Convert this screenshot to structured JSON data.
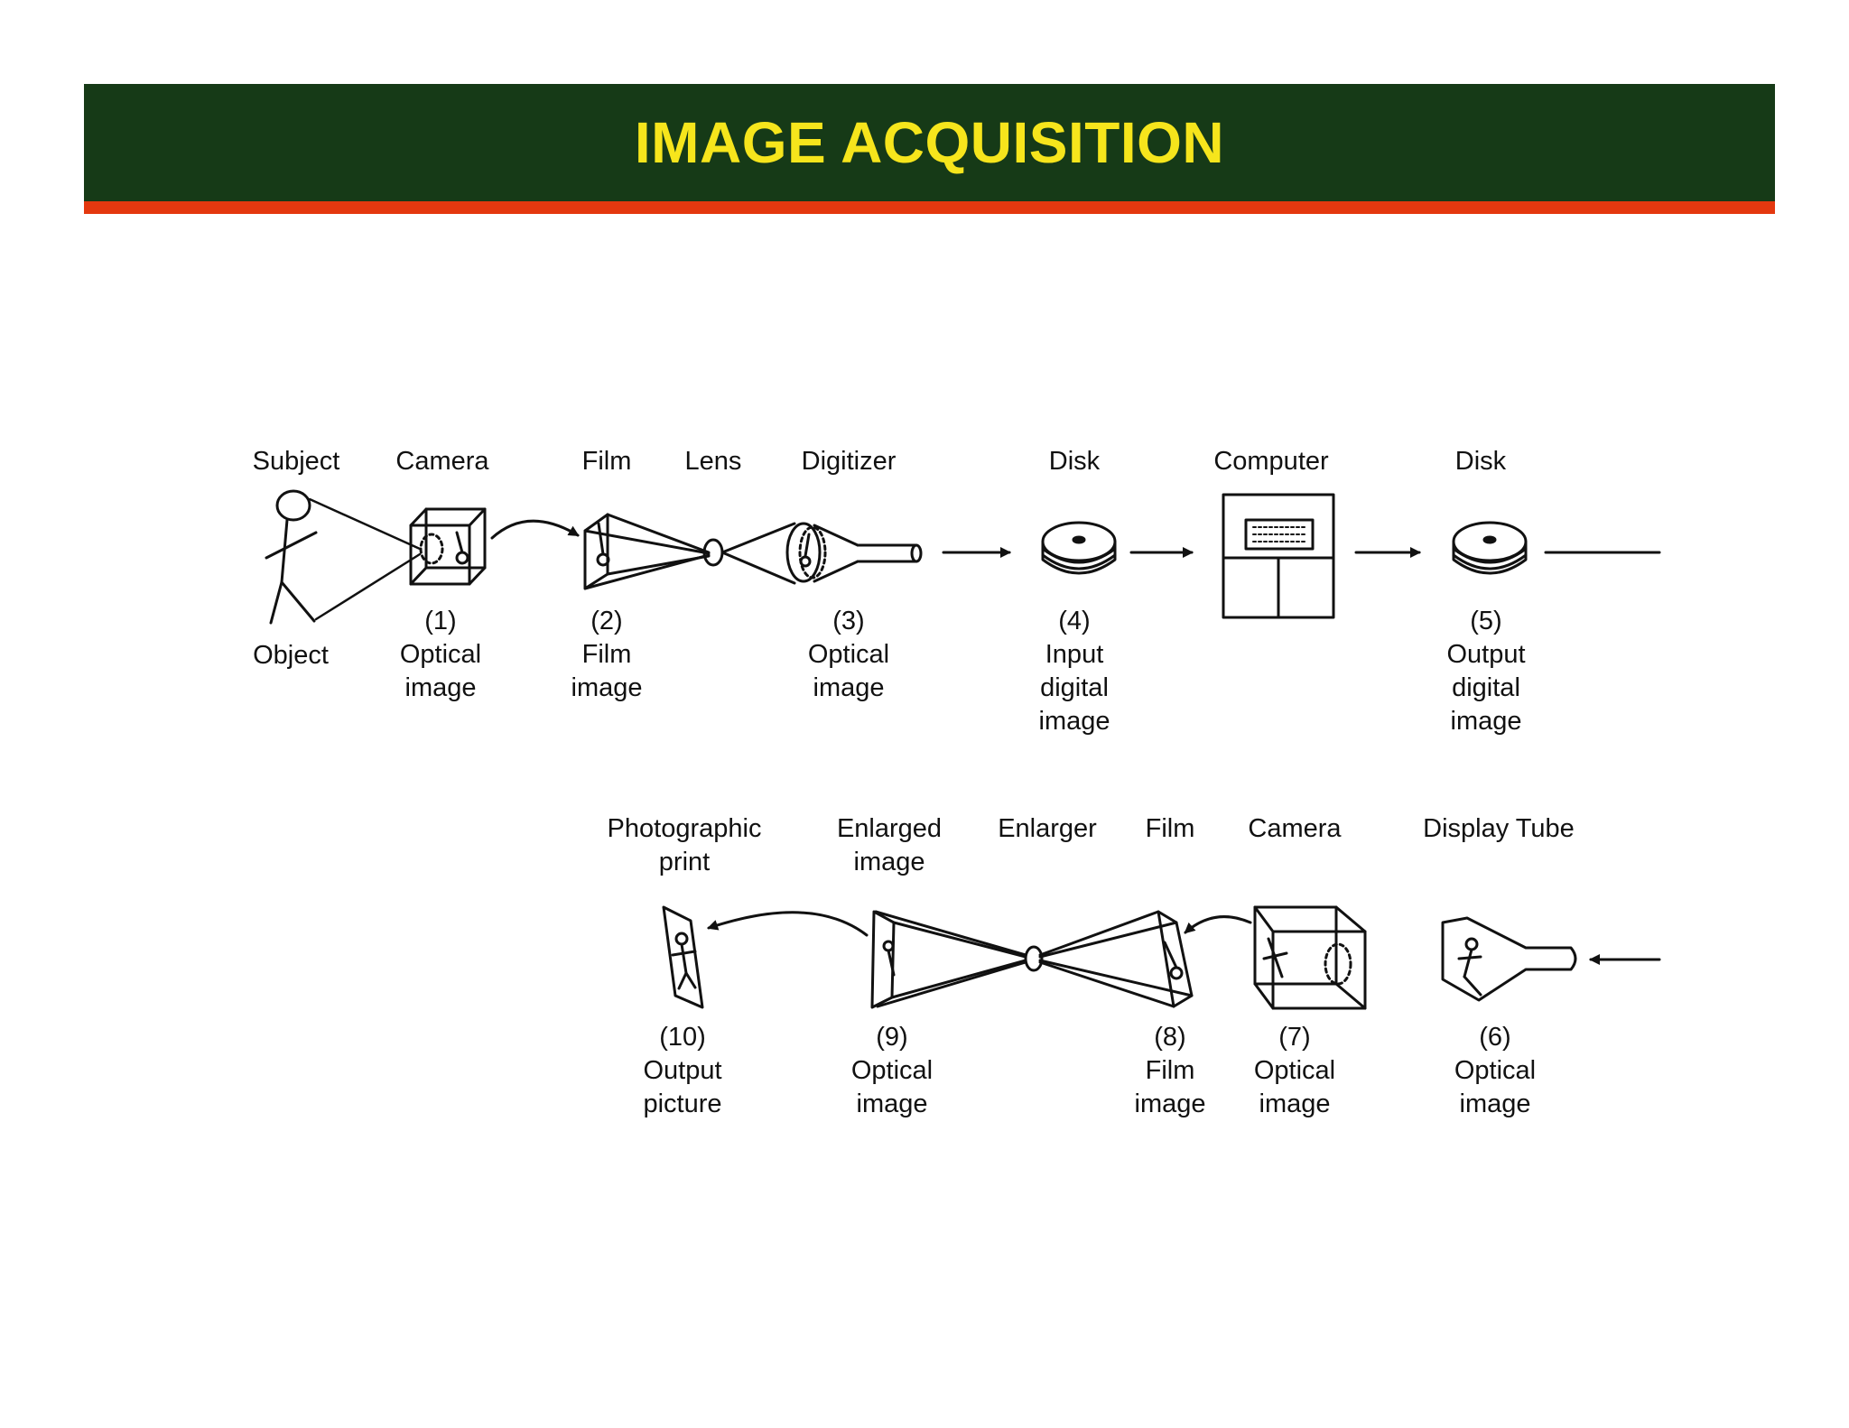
{
  "title": "IMAGE ACQUISITION",
  "colors": {
    "banner": "#163a17",
    "stripe": "#e4380f",
    "title": "#f6e51c"
  },
  "top_row": {
    "headers": {
      "subject": "Subject",
      "camera": "Camera",
      "film": "Film",
      "lens": "Lens",
      "digitizer": "Digitizer",
      "disk1": "Disk",
      "computer": "Computer",
      "disk2": "Disk"
    },
    "object_label": "Object",
    "captions": {
      "c1": [
        "(1)",
        "Optical",
        "image"
      ],
      "c2": [
        "(2)",
        "Film",
        "image"
      ],
      "c3": [
        "(3)",
        "Optical",
        "image"
      ],
      "c4": [
        "(4)",
        "Input",
        "digital",
        "image"
      ],
      "c5": [
        "(5)",
        "Output",
        "digital",
        "image"
      ]
    }
  },
  "bottom_row": {
    "headers": {
      "photographic_print": [
        "Photographic",
        "print"
      ],
      "enlarged_image": [
        "Enlarged",
        "image"
      ],
      "enlarger": "Enlarger",
      "film": "Film",
      "camera": "Camera",
      "display_tube": "Display Tube"
    },
    "captions": {
      "c10": [
        "(10)",
        "Output",
        "picture"
      ],
      "c9": [
        "(9)",
        "Optical",
        "image"
      ],
      "c8": [
        "(8)",
        "Film",
        "image"
      ],
      "c7": [
        "(7)",
        "Optical",
        "image"
      ],
      "c6": [
        "(6)",
        "Optical",
        "image"
      ]
    }
  }
}
